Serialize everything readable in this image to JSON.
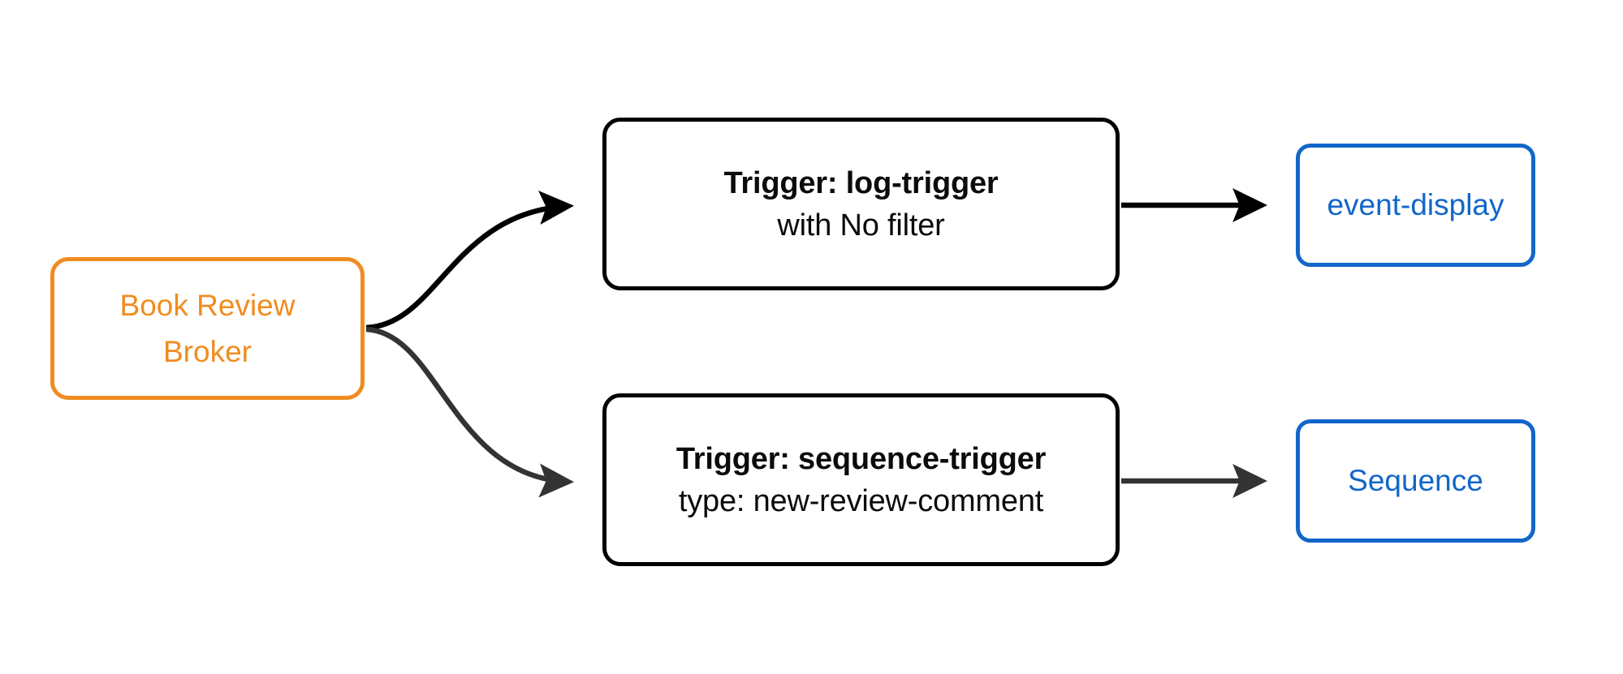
{
  "diagram": {
    "title": "Book Review Broker trigger routing diagram",
    "background_color": "#ffffff",
    "colors": {
      "broker_orange": "#F08C1F",
      "trigger_black": "#000000",
      "target_blue": "#1266C9",
      "edge_black": "#000000",
      "edge_gray": "#333333"
    },
    "nodes": {
      "broker": {
        "id": "book-review-broker",
        "line1": "Book Review",
        "line2": "Broker",
        "shape": "rounded-rect",
        "border_color": "#F08C1F",
        "text_color": "#F08C1F"
      },
      "trigger_log": {
        "id": "log-trigger",
        "title": "Trigger: log-trigger",
        "subtitle": "with No filter",
        "shape": "rounded-rect",
        "border_color": "#000000",
        "text_color": "#0b0b0b"
      },
      "trigger_sequence": {
        "id": "sequence-trigger",
        "title": "Trigger: sequence-trigger",
        "subtitle": "type: new-review-comment",
        "shape": "rounded-rect",
        "border_color": "#000000",
        "text_color": "#0b0b0b"
      },
      "target_event_display": {
        "id": "event-display",
        "label": "event-display",
        "shape": "rounded-rect",
        "border_color": "#1266C9",
        "text_color": "#1266C9"
      },
      "target_sequence": {
        "id": "sequence",
        "label": "Sequence",
        "shape": "rounded-rect",
        "border_color": "#1266C9",
        "text_color": "#1266C9"
      }
    },
    "edges": [
      {
        "id": "broker-to-log-trigger",
        "from": "book-review-broker",
        "to": "log-trigger",
        "style": "curved",
        "color": "#000000",
        "arrowhead": "filled-triangle"
      },
      {
        "id": "broker-to-sequence-trigger",
        "from": "book-review-broker",
        "to": "sequence-trigger",
        "style": "curved",
        "color": "#333333",
        "arrowhead": "filled-triangle"
      },
      {
        "id": "log-trigger-to-event-display",
        "from": "log-trigger",
        "to": "event-display",
        "style": "straight",
        "color": "#000000",
        "arrowhead": "filled-triangle"
      },
      {
        "id": "sequence-trigger-to-sequence",
        "from": "sequence-trigger",
        "to": "sequence",
        "style": "straight",
        "color": "#333333",
        "arrowhead": "filled-triangle"
      }
    ]
  }
}
